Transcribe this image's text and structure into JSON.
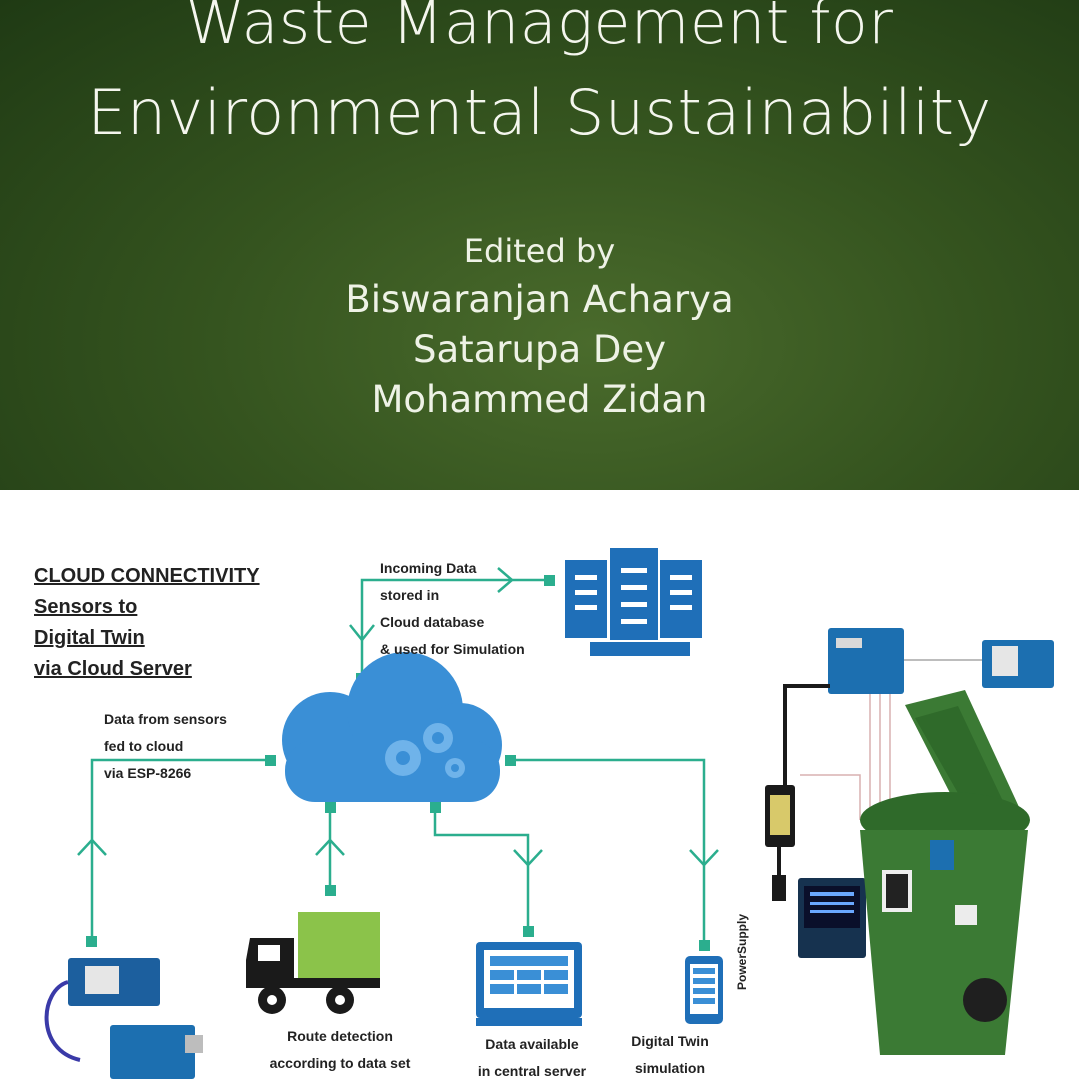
{
  "cover": {
    "title_line1": "Waste Management for",
    "title_line2": "Environmental Sustainability",
    "edited_by": "Edited by",
    "editors": [
      "Biswaranjan Acharya",
      "Satarupa Dey",
      "Mohammed Zidan"
    ]
  },
  "diagram": {
    "heading": [
      "CLOUD CONNECTIVITY",
      "Sensors to",
      "Digital Twin",
      "via Cloud Server"
    ],
    "incoming_note": [
      "Incoming Data",
      "stored in",
      "Cloud database",
      "& used for Simulation"
    ],
    "sensor_note": [
      "Data from sensors",
      "fed to cloud",
      "via ESP-8266"
    ],
    "route_caption": [
      "Route detection",
      "according to data set"
    ],
    "central_caption": [
      "Data available",
      "in central server"
    ],
    "twin_caption": [
      "Digital Twin",
      "simulation"
    ],
    "power_label": "PowerSupply",
    "colors": {
      "line": "#2bae8e",
      "cloud": "#3a8fd6",
      "server": "#1f6fb8",
      "truck": "#8bc34a",
      "bin": "#3b7a34"
    }
  }
}
